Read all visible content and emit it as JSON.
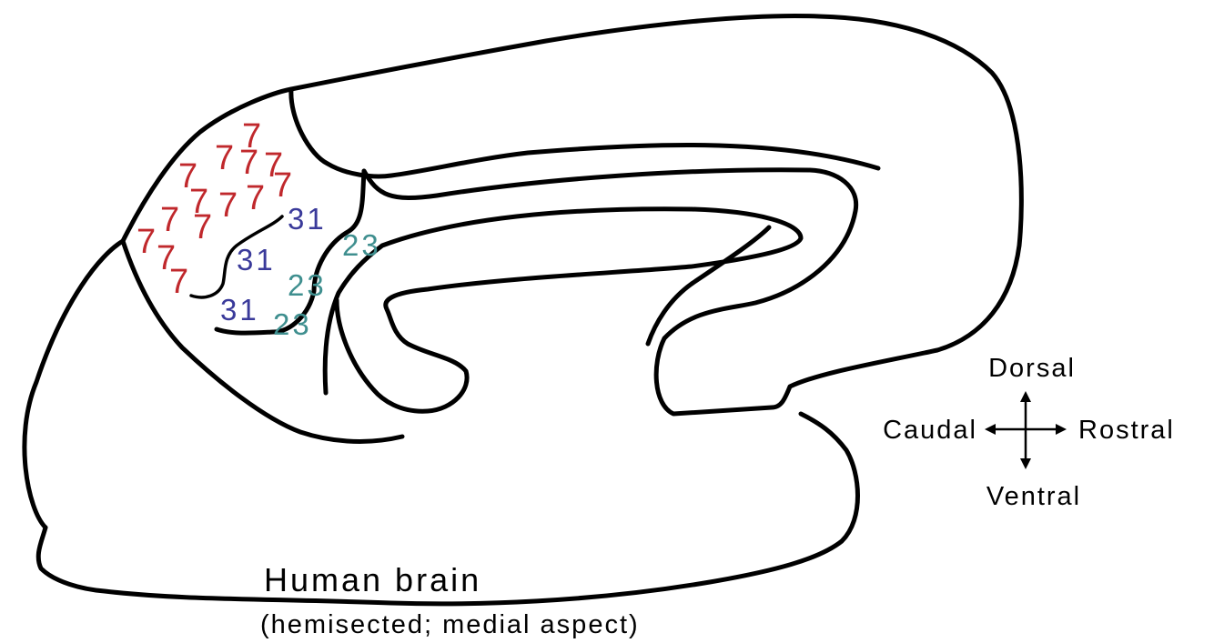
{
  "diagram": {
    "title": "Human brain",
    "subtitle": "(hemisected; medial aspect)",
    "orientation": {
      "dorsal": "Dorsal",
      "ventral": "Ventral",
      "caudal": "Caudal",
      "rostral": "Rostral"
    },
    "areas": {
      "a7": {
        "label": "7",
        "color": "#c0282c"
      },
      "a31": {
        "label": "31",
        "color": "#3a3a9a"
      },
      "a23": {
        "label": "23",
        "color": "#3f8f8f"
      }
    },
    "colors": {
      "outline": "#000000",
      "background": "#ffffff"
    }
  }
}
